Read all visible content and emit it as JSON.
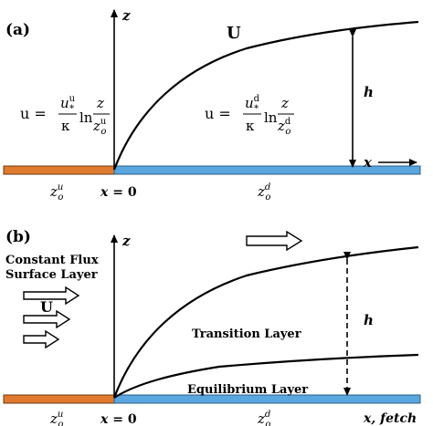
{
  "colors": {
    "upstream_surface": "#e07a2e",
    "downstream_surface": "#5aa6df",
    "ink": "#000000"
  },
  "panel_a": {
    "label": "(a)",
    "vertical_axis": "z",
    "velocity_label": "U",
    "height_label": "h",
    "horizontal_axis": "x",
    "origin_label": "x = 0",
    "upstream_roughness": {
      "base": "z",
      "sub": "o",
      "sup": "u"
    },
    "downstream_roughness": {
      "base": "z",
      "sub": "o",
      "sup": "d"
    },
    "upstream_law": {
      "lhs": "u =",
      "numerator": "u",
      "numerator_sub": "*",
      "numerator_sup": "u",
      "denominator": "κ",
      "ln": "ln",
      "ratio_num": "z",
      "ratio_den": "z",
      "ratio_den_sub": "o",
      "ratio_den_sup": "u"
    },
    "downstream_law": {
      "lhs": "u =",
      "numerator": "u",
      "numerator_sub": "*",
      "numerator_sup": "d",
      "denominator": "κ",
      "ln": "ln",
      "ratio_num": "z",
      "ratio_den": "z",
      "ratio_den_sub": "o",
      "ratio_den_sup": "d"
    }
  },
  "panel_b": {
    "label": "(b)",
    "vertical_axis": "z",
    "horizontal_axis": "x, fetch",
    "origin_label": "x = 0",
    "constant_flux_line1": "Constant Flux",
    "constant_flux_line2": "Surface Layer",
    "velocity_label": "U",
    "transition_layer": "Transition Layer",
    "equilibrium_layer": "Equilibrium Layer",
    "height_label": "h",
    "upstream_roughness": {
      "base": "z",
      "sub": "o",
      "sup": "u"
    },
    "downstream_roughness": {
      "base": "z",
      "sub": "o",
      "sup": "d"
    }
  }
}
